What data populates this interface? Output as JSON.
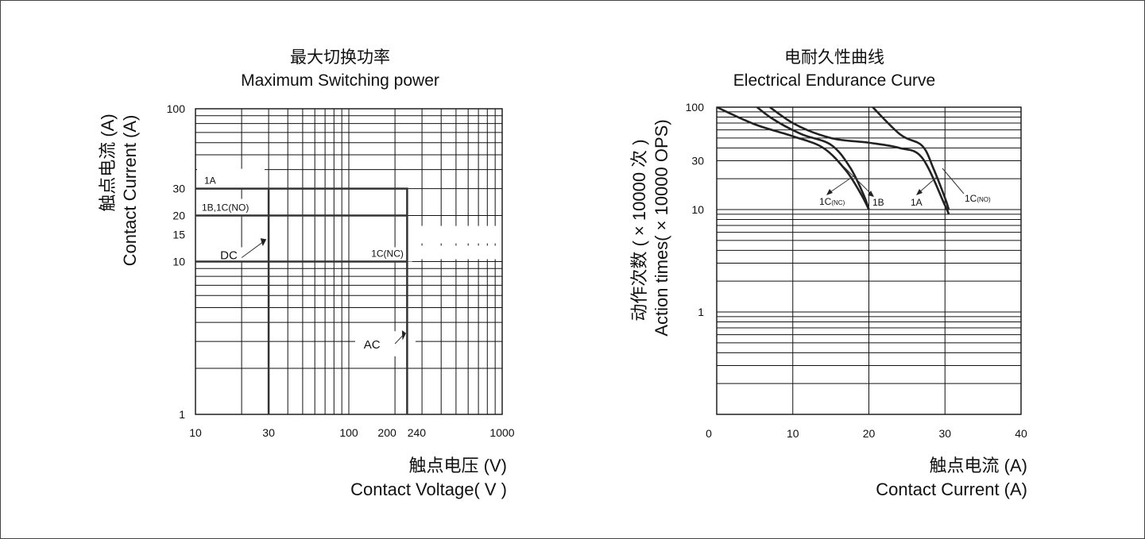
{
  "chart_data": [
    {
      "type": "line",
      "title": "最大切换功率",
      "subtitle": "Maximum Switching power",
      "xlabel": "触点电压 (V)",
      "xlabel_en": "Contact Voltage( V )",
      "ylabel": "触点电流 (A)",
      "ylabel_en": "Contact Current (A)",
      "x_scale": "log",
      "y_scale": "log",
      "xlim": [
        10,
        1000
      ],
      "ylim": [
        1,
        100
      ],
      "x_ticks": [
        "10",
        "30",
        "100",
        "200",
        "240",
        "1000"
      ],
      "y_ticks": [
        "1",
        "10",
        "15",
        "20",
        "30",
        "100"
      ],
      "grid": true,
      "series": [
        {
          "name": "1A",
          "x": [
            10,
            240,
            240
          ],
          "y": [
            30,
            30,
            1
          ]
        },
        {
          "name": "1B,1C(NO)",
          "x": [
            10,
            240
          ],
          "y": [
            20,
            20
          ]
        },
        {
          "name": "1C(NC)",
          "x": [
            10,
            240
          ],
          "y": [
            10,
            10
          ]
        },
        {
          "name": "DC",
          "x": [
            30,
            30
          ],
          "y": [
            30,
            1
          ]
        }
      ],
      "annotations": [
        "DC",
        "1C(NC)",
        "AC"
      ]
    },
    {
      "type": "line",
      "title": "电耐久性曲线",
      "subtitle": "Electrical Endurance Curve",
      "xlabel": "触点电流 (A)",
      "xlabel_en": "Contact Current (A)",
      "ylabel": "动作次数 ( × 10000 次 )",
      "ylabel_en": "Action times( × 10000 OPS)",
      "x_scale": "linear",
      "y_scale": "log",
      "xlim": [
        0,
        40
      ],
      "ylim": [
        0.1,
        100
      ],
      "x_ticks": [
        "0",
        "10",
        "20",
        "30",
        "40"
      ],
      "y_ticks": [
        "1",
        "10",
        "30",
        "100"
      ],
      "grid": true,
      "series": [
        {
          "name": "1C(NC)",
          "x": [
            0,
            5,
            10,
            14,
            17,
            19,
            20
          ],
          "y": [
            100,
            68,
            52,
            40,
            24,
            14,
            10
          ]
        },
        {
          "name": "1B",
          "x": [
            3.5,
            7,
            11,
            15,
            17.5,
            19.3,
            20
          ],
          "y": [
            130,
            80,
            55,
            43,
            26,
            14,
            10
          ]
        },
        {
          "name": "1A",
          "x": [
            19.5,
            24,
            27,
            28.5,
            30,
            30.5
          ],
          "y": [
            120,
            55,
            42,
            25,
            13,
            10
          ]
        },
        {
          "name": "1C(NO)",
          "x": [
            5,
            10,
            15,
            20,
            24,
            27,
            30,
            30.5
          ],
          "y": [
            130,
            70,
            50,
            45,
            40,
            32,
            11,
            9
          ]
        }
      ],
      "legend": [
        "1C(NC)",
        "1B",
        "1A",
        "1C(NO)"
      ],
      "annotation_labels": {
        "nc": "1C",
        "nc_sub": "(NC)",
        "b": "1B",
        "a": "1A",
        "no": "1C",
        "no_sub": "(NO)"
      }
    }
  ]
}
